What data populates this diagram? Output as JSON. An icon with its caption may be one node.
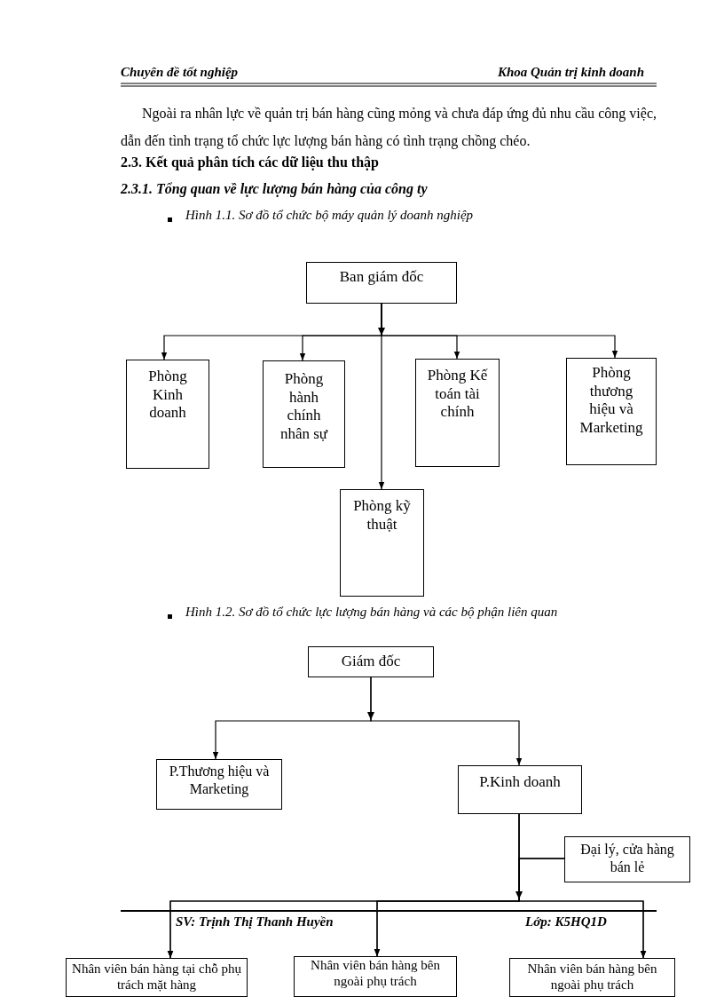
{
  "diagram": {
    "nodes": [
      {
        "text": [
          "Ban giám đốc"
        ]
      },
      {
        "text": [
          "Phòng Kinh doanh"
        ]
      },
      {
        "text": [
          "Phòng hành chính nhân sự"
        ]
      },
      {
        "text": [
          "Phòng Kế toán tài chính"
        ]
      },
      {
        "text": [
          "Phòng thương hiệu và Marketing"
        ]
      },
      {
        "text": [
          "Phòng kỹ thuật"
        ]
      },
      {
        "text": [
          "Giám đốc"
        ]
      },
      {
        "text": [
          "P.Thương hiệu và Marketing"
        ]
      },
      {
        "text": [
          "P.Kinh doanh"
        ]
      },
      {
        "text": [
          "Đại lý, cửa hàng bán lẻ"
        ]
      },
      {
        "text": [
          "Nhân viên bán hàng tại chỗ phụ trách mặt hàng"
        ]
      },
      {
        "text": [
          "Nhân viên bán hàng bên ngoài phụ trách"
        ]
      },
      {
        "text": [
          "Nhân viên bán hàng bên ngoài phụ trách"
        ]
      }
    ],
    "edges": [
      {
        "from": 0,
        "to": 1,
        "arrow": "to"
      },
      {
        "from": 0,
        "to": 2,
        "arrow": "to"
      },
      {
        "from": 0,
        "to": 3,
        "arrow": "to"
      },
      {
        "from": 0,
        "to": 4,
        "arrow": "to"
      },
      {
        "from": 0,
        "to": 5,
        "arrow": "to"
      },
      {
        "from": 6,
        "to": 7,
        "arrow": "to"
      },
      {
        "from": 6,
        "to": 8,
        "arrow": "to"
      },
      {
        "from": 8,
        "to": 10,
        "arrow": "to"
      },
      {
        "from": 8,
        "to": 11,
        "arrow": "to"
      },
      {
        "from": 8,
        "to": 12,
        "arrow": "to"
      },
      {
        "from": 9,
        "to": 10,
        "arrow": "to"
      },
      {
        "from": 9,
        "to": 11,
        "arrow": "to"
      },
      {
        "from": 9,
        "to": 12,
        "arrow": "to"
      }
    ],
    "labels": [
      "Chuyên đề tốt nghiệp",
      "Khoa Quản trị kinh doanh",
      "Ngoài ra nhân lực về quản trị bán hàng cũng mỏng và chưa đáp ứng đủ nhu cầu công việc, dẫn đến tình trạng tổ chức lực lượng bán hàng có tình trạng chồng chéo.",
      "2.3. Kết quả phân tích các dữ liệu thu thập",
      "2.3.1. Tổng quan về lực lượng bán hàng của công ty",
      "Hình 1.1. Sơ đồ tổ chức bộ máy quản lý doanh nghiệp",
      "Hình 1.2. Sơ đồ tổ chức lực lượng bán hàng và các bộ phận liên quan",
      "SV: Trịnh Thị Thanh Huyền",
      "Lớp: K5HQ1D"
    ]
  }
}
